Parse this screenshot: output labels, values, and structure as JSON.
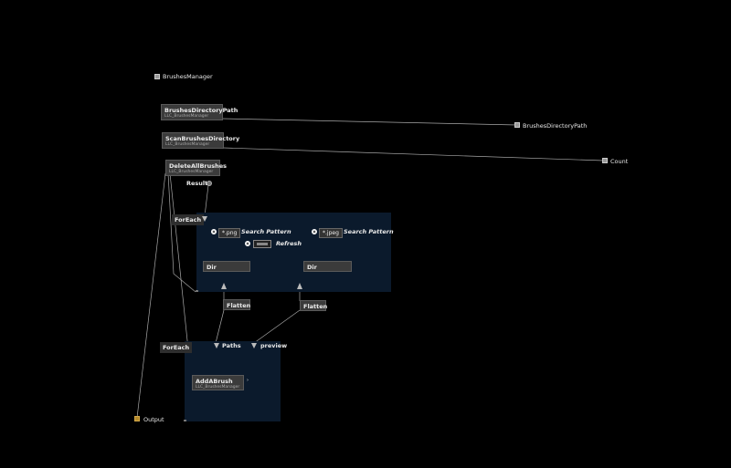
{
  "graph": {
    "root_label": "BrushesManager",
    "nodes": {
      "brushes_directory_path": {
        "title": "BrushesDirectoryPath",
        "subtitle": "LLC_BrushesManager"
      },
      "scan_brushes_directory": {
        "title": "ScanBrushesDirectory",
        "subtitle": "LLC_BrushesManager"
      },
      "delete_all_brushes": {
        "title": "DeleteAllBrushes",
        "subtitle": "LLC_BrushesManager"
      },
      "dir_1": {
        "title": "Dir"
      },
      "dir_2": {
        "title": "Dir"
      },
      "flatten_1": {
        "title": "Flatten"
      },
      "flatten_2": {
        "title": "Flatten"
      },
      "add_a_brush": {
        "title": "AddABrush",
        "subtitle": "LLC_BrushesManager"
      }
    },
    "frames": {
      "foreach_1": {
        "label": "ForEach"
      },
      "foreach_2": {
        "label": "ForEach"
      }
    },
    "outputs": {
      "brushes_directory_path": "BrushesDirectoryPath",
      "count": "Count",
      "output": "Output"
    },
    "ports": {
      "result": "Result",
      "search_pattern_png": "Search Pattern",
      "search_pattern_jpeg": "Search Pattern",
      "refresh": "Refresh",
      "paths": "Paths",
      "preview": "preview"
    },
    "values": {
      "png_pattern": "*.png",
      "jpeg_pattern": "*.jpeg"
    }
  },
  "colors": {
    "background": "#000000",
    "frame": "#0b1a2c",
    "node": "#3b3b3b",
    "wire": "#a8a8a8"
  }
}
